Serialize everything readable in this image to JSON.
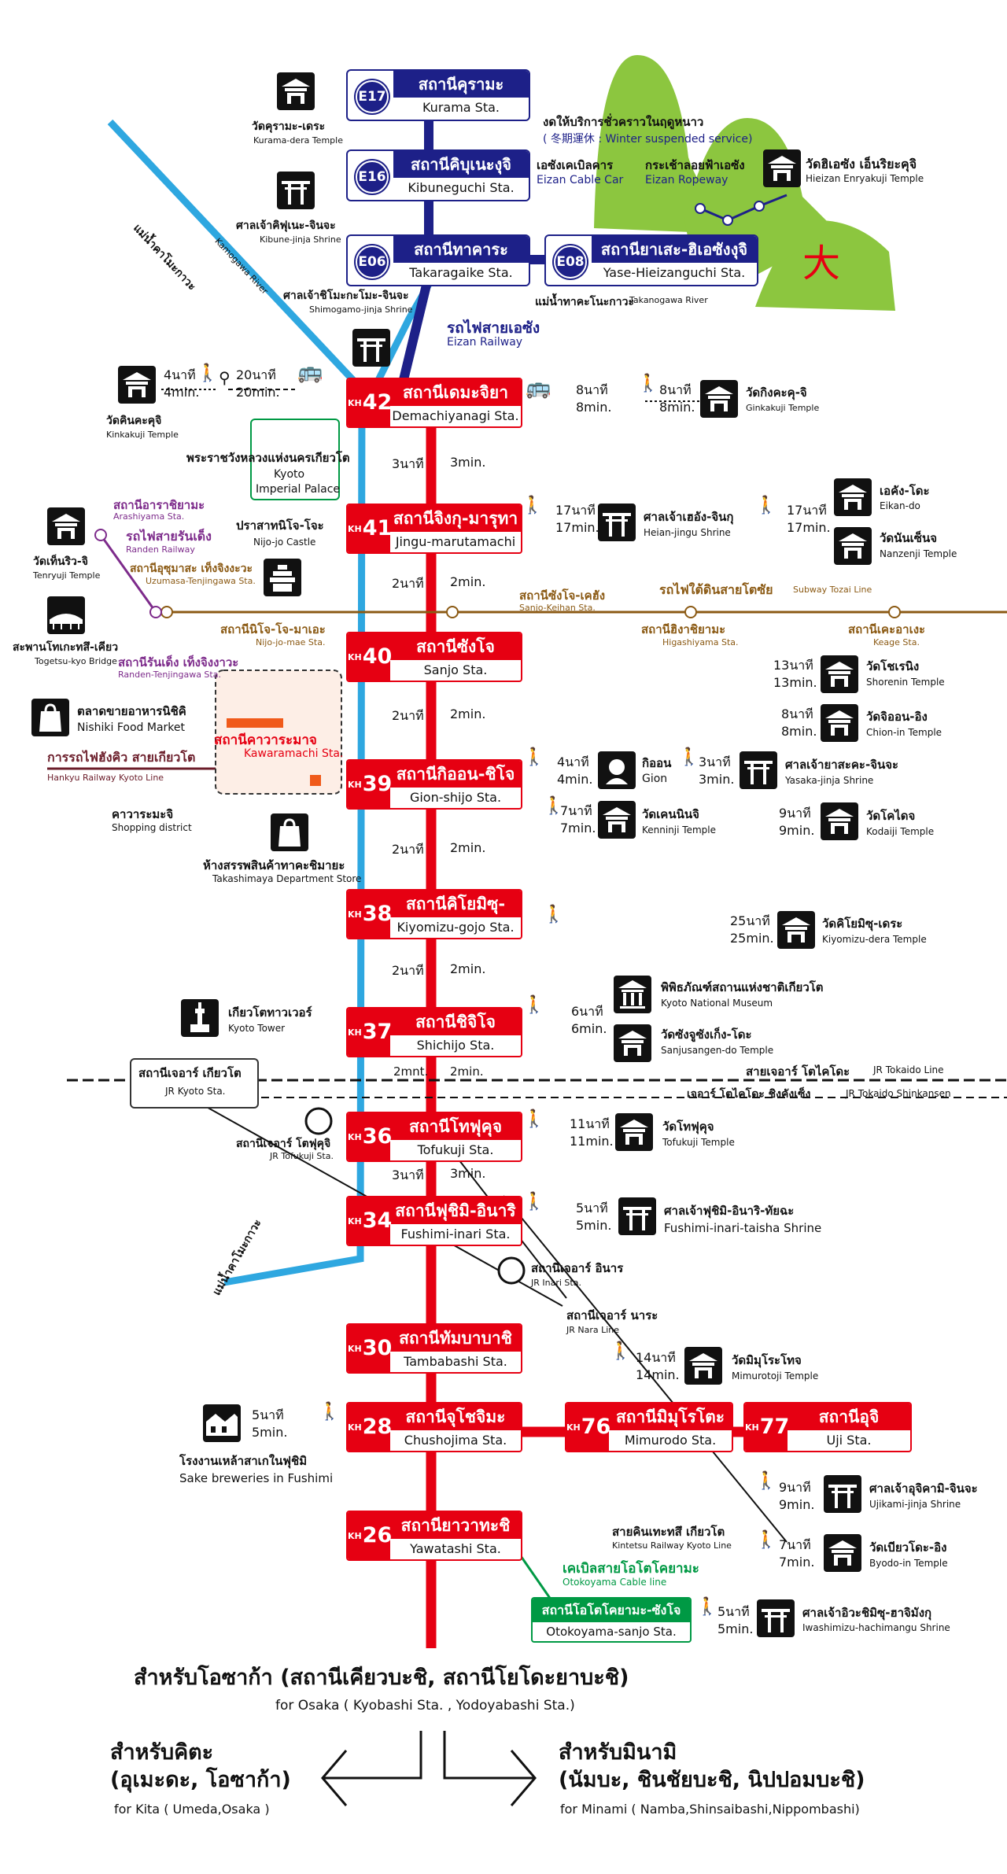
{
  "colors": {
    "keihan": "#e60012",
    "eizan": "#1d2088",
    "river": "#2ea7e0",
    "subway": "#8b5a14",
    "randen": "#7d2b8b",
    "mountain": "#8cc63f",
    "otokoyama": "#009944"
  },
  "eizan": {
    "stations": [
      {
        "code": "E17",
        "th": "สถานีคุรามะ",
        "en": "Kurama Sta."
      },
      {
        "code": "E16",
        "th": "สถานีคิบุเนะงุจิ",
        "en": "Kibuneguchi Sta."
      },
      {
        "code": "E06",
        "th": "สถานีทาคาระงัยเคะ",
        "en": "Takaragaike Sta."
      },
      {
        "code": "E08",
        "th": "สถานียาเสะ-ฮิเอซังงุจิ",
        "en": "Yase-Hieizanguchi Sta."
      }
    ],
    "line_th": "รถไฟสายเอซัง",
    "line_en": "Eizan Railway",
    "winter_th": "งดให้บริการชั่วคราวในฤดูหนาว",
    "winter_en": "( 冬期運休 : Winter suspended service)",
    "cable_th": "เอซังเคเบิลคาร",
    "cable_en": "Eizan Cable Car",
    "rope_th": "กระเช้าลอยฟ้าเอซัง",
    "rope_en": "Eizan Ropeway",
    "enryakuji_th": "วัดฮิเอซัง เอ็นริยะคุจิ",
    "enryakuji_en": "Hieizan Enryakuji Temple",
    "dai": "大"
  },
  "places": {
    "kuramadera_th": "วัดคุรามะ-เดระ",
    "kuramadera_en": "Kurama-dera Temple",
    "kibune_th": "ศาลเจ้าคิฟุเนะ-จินจะ",
    "kibune_en": "Kibune-jinja Shrine",
    "shimogamo_th": "ศาลเจ้าชิโมะกะโมะ-จินจะ",
    "shimogamo_en": "Shimogamo-jinja Shrine",
    "takano_th": "แม่น้ำทาคะโนะกาวะ",
    "takano_en": "Takanogawa River",
    "kamo_th": "แม่น้ำคาโมะกาวะ",
    "kamo_en": "Kamogawa River",
    "kinkakuji_th": "วัดคินคะคุจิ",
    "kinkakuji_en": "Kinkakuji Temple",
    "ginkakuji_th": "วัดกิงคะคุ-จิ",
    "ginkakuji_en": "Ginkakuji Temple",
    "palace_th": "พระราชวังหลวงแห่งนครเกียวโต",
    "palace_en1": "Kyoto",
    "palace_en2": "Imperial Palace",
    "nijo_th": "ปราสาทนิโจ-โจะ",
    "nijo_en": "Nijo-jo Castle",
    "heian_th": "ศาลเจ้าเฮอัง-จินกุ",
    "heian_en": "Heian-jingu Shrine",
    "eikando_th": "เอคัง-โดะ",
    "eikando_en": "Eikan-do",
    "nanzenji_th": "วัดนันเซ็นจ",
    "nanzenji_en": "Nanzenji Temple",
    "arashiyama_th": "สถานีอาราชิยามะ",
    "arashiyama_en": "Arashiyama Sta.",
    "randen_th": "รถไฟสายรันเด็ง",
    "randen_en": "Randen Railway",
    "uzumasa_th": "สถานีอุซุมาสะ เท็งจิงงะวะ",
    "uzumasa_en": "Uzumasa-Tenjingawa Sta.",
    "tenryuji_th": "วัดเท็นริว-จิ",
    "tenryuji_en": "Tenryuji Temple",
    "togetsukyo_th": "สะพานโทเกะทสึ-เคียว",
    "togetsukyo_en": "Togetsu-kyo Bridge",
    "randen_tenjin_th": "สถานีรันเด็ง เท็งจิงงาวะ",
    "randen_tenjin_en": "Randen-Tenjingawa Sta.",
    "nijojomae_th": "สถานีนิโจ-โจ-มาเอะ",
    "nijojomae_en": "Nijo-jo-mae Sta.",
    "sanjokeihan_th": "สถานีซังโจ-เคฮัง",
    "sanjokeihan_en": "Sanjo-Keihan Sta.",
    "tozai_th": "รถไฟใต้ดินสายโตซัย",
    "tozai_en": "Subway Tozai Line",
    "higashiyama_th": "สถานีฮิงาชิยามะ",
    "higashiyama_en": "Higashiyama Sta.",
    "keage_th": "สถานีเคะอาเงะ",
    "keage_en": "Keage Sta.",
    "shorenin_th": "วัดโชเรนิง",
    "shorenin_en": "Shorenin Temple",
    "chionin_th": "วัดจิออน-อิง",
    "chionin_en": "Chion-in Temple",
    "yasaka_th": "ศาลเจ้ายาสะคะ-จินจะ",
    "yasaka_en": "Yasaka-jinja Shrine",
    "gion_th": "กิออน",
    "gion_en": "Gion",
    "kodaiji_th": "วัดโคไดจ",
    "kodaiji_en": "Kodaiji Temple",
    "kenninji_th": "วัดเคนนินจิ",
    "kenninji_en": "Kenninji Temple",
    "nishiki_th": "ตลาดขายอาหารนิชิคิ",
    "nishiki_en": "Nishiki Food Market",
    "hankyu_th": "การรถไฟฮังคิว สายเกียวโต",
    "hankyu_en": "Hankyu Railway Kyoto Line",
    "kawaramachi_th": "สถานีคาวาระมาจ",
    "kawaramachi_en": "Kawaramachi Sta.",
    "kawaramachi_area_th": "คาวาระมะจิ",
    "kawaramachi_area_en": "Shopping district",
    "takashimaya_th": "ห้างสรรพสินค้าทาคะชิมายะ",
    "takashimaya_en": "Takashimaya Department Store",
    "kiyomizu_th": "วัดคิโยมิซุ-เดระ",
    "kiyomizu_en": "Kiyomizu-dera Temple",
    "museum_th": "พิพิธภัณฑ์สถานแห่งชาติเกียวโต",
    "museum_en": "Kyoto National Museum",
    "sanjusangen_th": "วัดซังจูซังเก็ง-โดะ",
    "sanjusangen_en": "Sanjusangen-do Temple",
    "tower_th": "เกียวโตทาวเวอร์",
    "tower_en": "Kyoto Tower",
    "jrkyoto_th": "สถานีเจอาร์ เกียวโต",
    "jrkyoto_en": "JR Kyoto Sta.",
    "tokaido_th": "สายเจอาร์ โตไคโดะ",
    "tokaido_en": "JR Tokaido Line",
    "shinkansen_th": "เจอาร์ โตไคโดะ ชิงคังเซ็ง",
    "shinkansen_en": "JR Tokaido Shinkansen",
    "jrtofukuji_th": "สถานีเจอาร์ โตฟุคุจิ",
    "jrtofukuji_en": "JR Tofukuji Sta.",
    "tofukuji_th": "วัดโทฟุคุจ",
    "tofukuji_en": "Tofukuji Temple",
    "inaritaisha_th": "ศาลเจ้าฟุชิมิ-อินาริ-ทัยฉะ",
    "inaritaisha_en": "Fushimi-inari-taisha Shrine",
    "jrinari_th": "สถานีเจอาร์ อินาร",
    "jrinari_en": "JR Inari Sta.",
    "jrnara_th": "สถานีเจอาร์ นาระ",
    "jrnara_en": "JR Nara Line",
    "mimurotoji_th": "วัดมิมุโระโทจ",
    "mimurotoji_en": "Mimurotoji Temple",
    "sake_th": "โรงงานเหล้าสาเกในฟุชิมิ",
    "sake_en": "Sake breweries in Fushimi",
    "ujigami_th": "ศาลเจ้าอุจิคามิ-จินจะ",
    "ujigami_en": "Ujikami-jinja Shrine",
    "kintetsu_th": "สายคินเทะทสึ เกียวโต",
    "kintetsu_en": "Kintetsu Railway Kyoto Line",
    "byodoin_th": "วัดเบียวโดะ-อิง",
    "byodoin_en": "Byodo-in Temple",
    "otocable_th": "เคเบิลสายโอโตโคยามะ",
    "otocable_en": "Otokoyama Cable line",
    "iwashimizu_th": "ศาลเจ้าอิวะชิมิซุ-ฮาจิมังกุ",
    "iwashimizu_en": "Iwashimizu-hachimangu Shrine"
  },
  "keihan": [
    {
      "code": "42",
      "th": "สถานีเดมะจิยานางิ",
      "en": "Demachiyanagi Sta."
    },
    {
      "code": "41",
      "th": "สถานีจิงกุ-มารุทามาจิ",
      "en": "Jingu-marutamachi Sta."
    },
    {
      "code": "40",
      "th": "สถานีซังโจ",
      "en": "Sanjo Sta."
    },
    {
      "code": "39",
      "th": "สถานีกิออน-ชิโจ",
      "en": "Gion-shijo Sta."
    },
    {
      "code": "38",
      "th": "สถานีคิโยมิซุ-โกโจ",
      "en": "Kiyomizu-gojo Sta."
    },
    {
      "code": "37",
      "th": "สถานีชิจิโจ",
      "en": "Shichijo Sta."
    },
    {
      "code": "36",
      "th": "สถานีโทฟุคุจ",
      "en": "Tofukuji Sta."
    },
    {
      "code": "34",
      "th": "สถานีฟุชิมิ-อินาริ",
      "en": "Fushimi-inari Sta."
    },
    {
      "code": "30",
      "th": "สถานีทัมบาบาชิ",
      "en": "Tambabashi Sta."
    },
    {
      "code": "28",
      "th": "สถานีจุโชจิมะ",
      "en": "Chushojima Sta."
    },
    {
      "code": "26",
      "th": "สถานียาวาทะชิ",
      "en": "Yawatashi Sta."
    },
    {
      "code": "76",
      "th": "สถานีมิมุโรโตะ",
      "en": "Mimurodo Sta."
    },
    {
      "code": "77",
      "th": "สถานีอุจิ",
      "en": "Uji Sta."
    }
  ],
  "kh": "KH",
  "otokoyama_station": {
    "th": "สถานีโอโตโคยามะ-ซังโจ",
    "en": "Otokoyama-sanjo Sta."
  },
  "between": [
    {
      "th": "3นาที",
      "en": "3min."
    },
    {
      "th": "2นาที",
      "en": "2min."
    },
    {
      "th": "2นาที",
      "en": "2min."
    },
    {
      "th": "2นาที",
      "en": "2min."
    },
    {
      "th": "2นาที",
      "en": "2min."
    },
    {
      "th": "2mnt.",
      "en": "2min."
    },
    {
      "th": "3นาที",
      "en": "3min."
    }
  ],
  "walk": {
    "kinkaku_walk": [
      "4นาที",
      "4min."
    ],
    "kinkaku_bus": [
      "20นาที",
      "20min."
    ],
    "ginkaku_bus": [
      "8นาที",
      "8min."
    ],
    "ginkaku_walk": [
      "8นาที",
      "8min."
    ],
    "heian": [
      "17นาที",
      "17min."
    ],
    "eikando": [
      "17นาที",
      "17min."
    ],
    "shorenin": [
      "13นาที",
      "13min."
    ],
    "chionin": [
      "8นาที",
      "8min."
    ],
    "gion": [
      "4นาที",
      "4min."
    ],
    "yasaka": [
      "3นาที",
      "3min."
    ],
    "kodaiji": [
      "9นาที",
      "9min."
    ],
    "kenninji": [
      "7นาที",
      "7min."
    ],
    "kiyomizu": [
      "25นาที",
      "25min."
    ],
    "shichijo": [
      "6นาที",
      "6min."
    ],
    "tofukuji": [
      "11นาที",
      "11min."
    ],
    "inari": [
      "5นาที",
      "5min."
    ],
    "mimurotoji": [
      "14นาที",
      "14min."
    ],
    "sake": [
      "5นาที",
      "5min."
    ],
    "ujigami": [
      "9นาที",
      "9min."
    ],
    "byodoin": [
      "7นาที",
      "7min."
    ],
    "iwashimizu": [
      "5นาที",
      "5min."
    ]
  },
  "bottom": {
    "osaka_th": "สำหรับโอซาก้า (สถานีเคียวบะชิ, สถานีโยโดะยาบะชิ)",
    "osaka_en": "for Osaka ( Kyobashi Sta. , Yodoyabashi Sta.)",
    "kita_th1": "สำหรับคิตะ",
    "kita_th2": "(อุเมะดะ, โอซาก้า)",
    "kita_en": "for Kita ( Umeda,Osaka )",
    "minami_th1": "สำหรับมินามิ",
    "minami_th2": "(นัมบะ, ชินชัยบะชิ, นิปปอมบะชิ)",
    "minami_en": "for Minami ( Namba,Shinsaibashi,Nippombashi)"
  }
}
